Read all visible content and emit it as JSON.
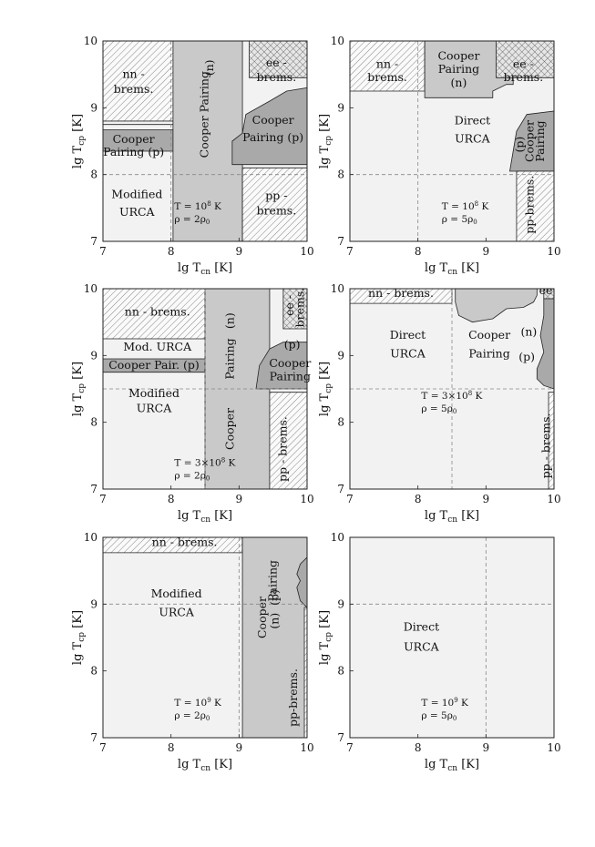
{
  "colors": {
    "light": "#f2f2f2",
    "mid": "#c9c9c9",
    "dark": "#a9a9a9",
    "line": "#222222",
    "dash": "#888888"
  },
  "axes": {
    "xlabel": "lg T",
    "xlabel_sub": "cn",
    "xlabel_unit": " [K]",
    "ylabel": "lg T",
    "ylabel_sub": "cp",
    "ylabel_unit": " [K]",
    "xticks": [
      "7",
      "8",
      "9",
      "10"
    ],
    "yticks": [
      "7",
      "8",
      "9",
      "10"
    ]
  },
  "panels": [
    {
      "labels": [
        {
          "text": "nn -",
          "fill": "hatch"
        },
        {
          "text": "brems.",
          "fill": "hatch"
        },
        {
          "text": "Cooper Pairing",
          "fill": "mid"
        },
        {
          "text": "(n)",
          "fill": "mid"
        },
        {
          "text": "ee -",
          "fill": "cross"
        },
        {
          "text": "brems.",
          "fill": "cross"
        },
        {
          "text": "Cooper",
          "fill": "dark"
        },
        {
          "text": "Pairing (p)",
          "fill": "dark"
        },
        {
          "text": "Cooper",
          "fill": "dark"
        },
        {
          "text": "Pairing (p)",
          "fill": "dark"
        },
        {
          "text": "Modified",
          "fill": "light"
        },
        {
          "text": "URCA",
          "fill": "light"
        },
        {
          "text": "pp -",
          "fill": "hatch"
        },
        {
          "text": "brems.",
          "fill": "hatch"
        }
      ],
      "note": [
        "T = 10",
        "8",
        " K",
        "ρ = 2ρ",
        "0"
      ]
    },
    {
      "labels": [
        {
          "text": "nn -"
        },
        {
          "text": "brems."
        },
        {
          "text": "Cooper"
        },
        {
          "text": "Pairing"
        },
        {
          "text": "(n)"
        },
        {
          "text": "ee -"
        },
        {
          "text": "brems."
        },
        {
          "text": "Direct"
        },
        {
          "text": "URCA"
        },
        {
          "text": "(p)"
        },
        {
          "text": "Cooper"
        },
        {
          "text": "Pairing"
        },
        {
          "text": "pp-brems."
        }
      ],
      "note": [
        "T = 10",
        "8",
        " K",
        "ρ = 5ρ",
        "0"
      ]
    },
    {
      "labels": [
        {
          "text": "nn - brems."
        },
        {
          "text": "Mod. URCA"
        },
        {
          "text": "Cooper Pair. (p)"
        },
        {
          "text": "Modified"
        },
        {
          "text": "URCA"
        },
        {
          "text": "Cooper"
        },
        {
          "text": "Pairing"
        },
        {
          "text": "(n)"
        },
        {
          "text": "ee -"
        },
        {
          "text": "brems."
        },
        {
          "text": "(p)"
        },
        {
          "text": "Cooper"
        },
        {
          "text": "Pairing"
        },
        {
          "text": "pp - brems."
        }
      ],
      "note": [
        "T = 3×10",
        "8",
        " K",
        "ρ = 2ρ",
        "0"
      ]
    },
    {
      "labels": [
        {
          "text": "nn - brems."
        },
        {
          "text": "Direct"
        },
        {
          "text": "URCA"
        },
        {
          "text": "Cooper"
        },
        {
          "text": "Pairing"
        },
        {
          "text": "(n)"
        },
        {
          "text": "(p)"
        },
        {
          "text": "ee"
        },
        {
          "text": "pp - brems."
        }
      ],
      "note": [
        "T = 3×10",
        "8",
        " K",
        "ρ = 5ρ",
        "0"
      ]
    },
    {
      "labels": [
        {
          "text": "nn - brems."
        },
        {
          "text": "Modified"
        },
        {
          "text": "URCA"
        },
        {
          "text": "Cooper"
        },
        {
          "text": "Pairing"
        },
        {
          "text": "(p)"
        },
        {
          "text": "(n)"
        },
        {
          "text": "pp-brems."
        }
      ],
      "note": [
        "T = 10",
        "9",
        " K",
        "ρ = 2ρ",
        "0"
      ]
    },
    {
      "labels": [
        {
          "text": "Direct"
        },
        {
          "text": "URCA"
        }
      ],
      "note": [
        "T = 10",
        "9",
        " K",
        "ρ = 5ρ",
        "0"
      ]
    }
  ]
}
